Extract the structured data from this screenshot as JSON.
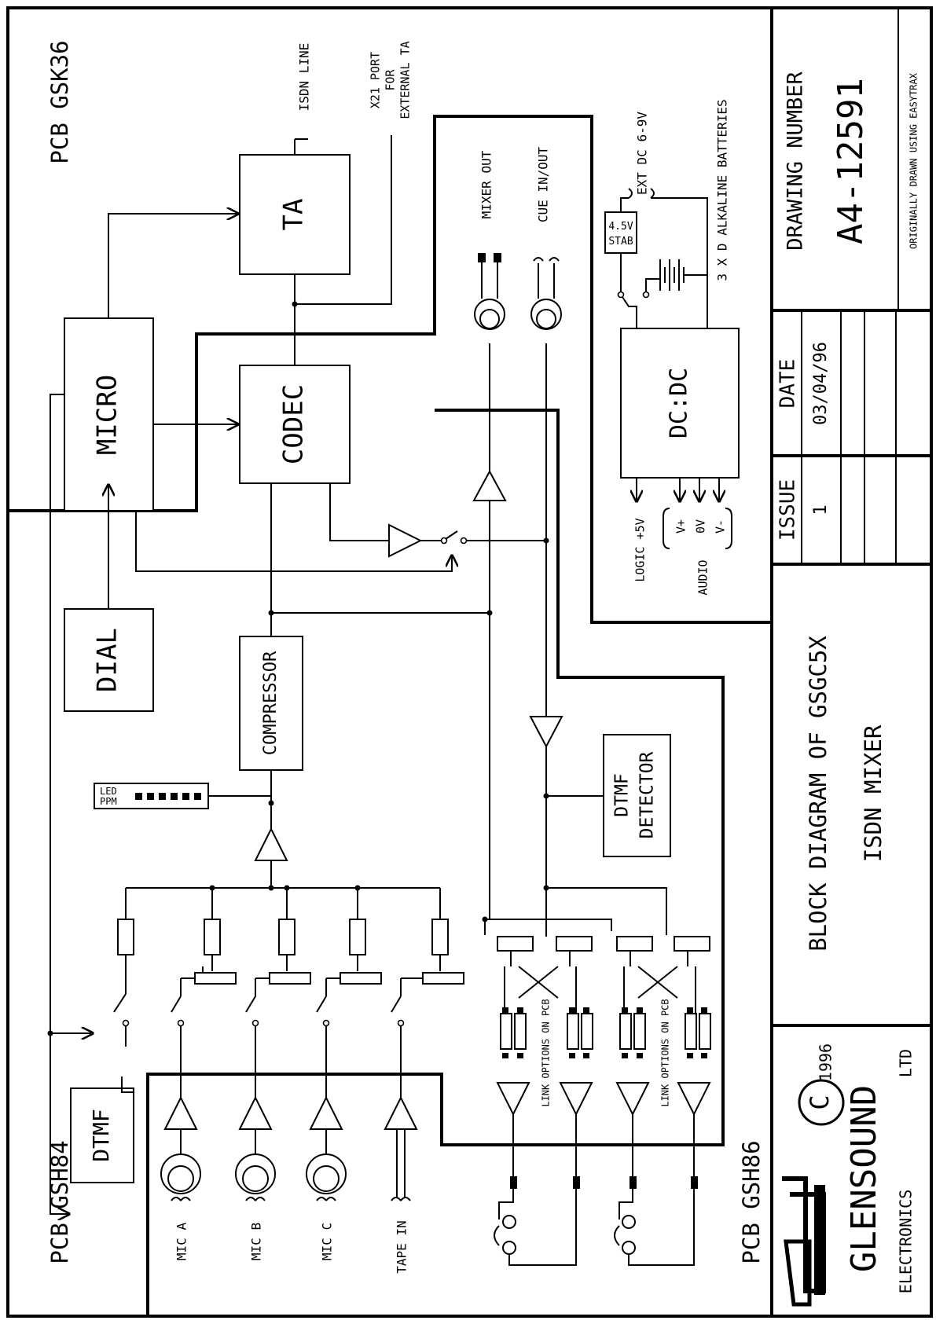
{
  "pcb_labels": {
    "top": "PCB GSK36",
    "left": "PCB GSH84",
    "bottom": "PCB GSH86"
  },
  "blocks": {
    "micro": "MICRO",
    "ta": "TA",
    "codec": "CODEC",
    "dial": "DIAL",
    "compressor": "COMPRESSOR",
    "dtmf": "DTMF",
    "dtmf_detector_1": "DTMF",
    "dtmf_detector_2": "DETECTOR",
    "dcdc": "DC:DC",
    "stab_1": "4.5V",
    "stab_2": "STAB",
    "led_1": "LED",
    "led_2": "PPM"
  },
  "connections": {
    "isdn_line": "ISDN LINE",
    "x21_1": "X21 PORT",
    "x21_2": "FOR",
    "x21_3": "EXTERNAL TA",
    "mixer_out": "MIXER OUT",
    "cue_in_out": "CUE IN/OUT",
    "ext_dc": "EXT DC 6-9V",
    "batteries": "3 X D ALKALINE BATTERIES",
    "logic": "LOGIC +5V",
    "v_plus": "V+",
    "zero_v": "0V",
    "v_minus": "V-",
    "audio": "AUDIO"
  },
  "inputs": [
    "MIC A",
    "MIC B",
    "MIC C",
    "TAPE IN"
  ],
  "link_options": "LINK OPTIONS ON PCB",
  "title_block": {
    "issue_label": "ISSUE",
    "issue_value": "1",
    "date_label": "DATE",
    "date_value": "03/04/96",
    "drawing_number_label": "DRAWING NUMBER",
    "drawing_number": "A4-12591",
    "easytrax_note": "ORIGINALLY DRAWN USING EASYTRAX",
    "title_line1": "BLOCK DIAGRAM OF GSGC5X",
    "title_line2": "ISDN MIXER",
    "copyright_symbol": "C",
    "copyright_year": "1996",
    "company": "GLENSOUND",
    "company_sub": "ELECTRONICS",
    "company_ltd": "LTD"
  }
}
